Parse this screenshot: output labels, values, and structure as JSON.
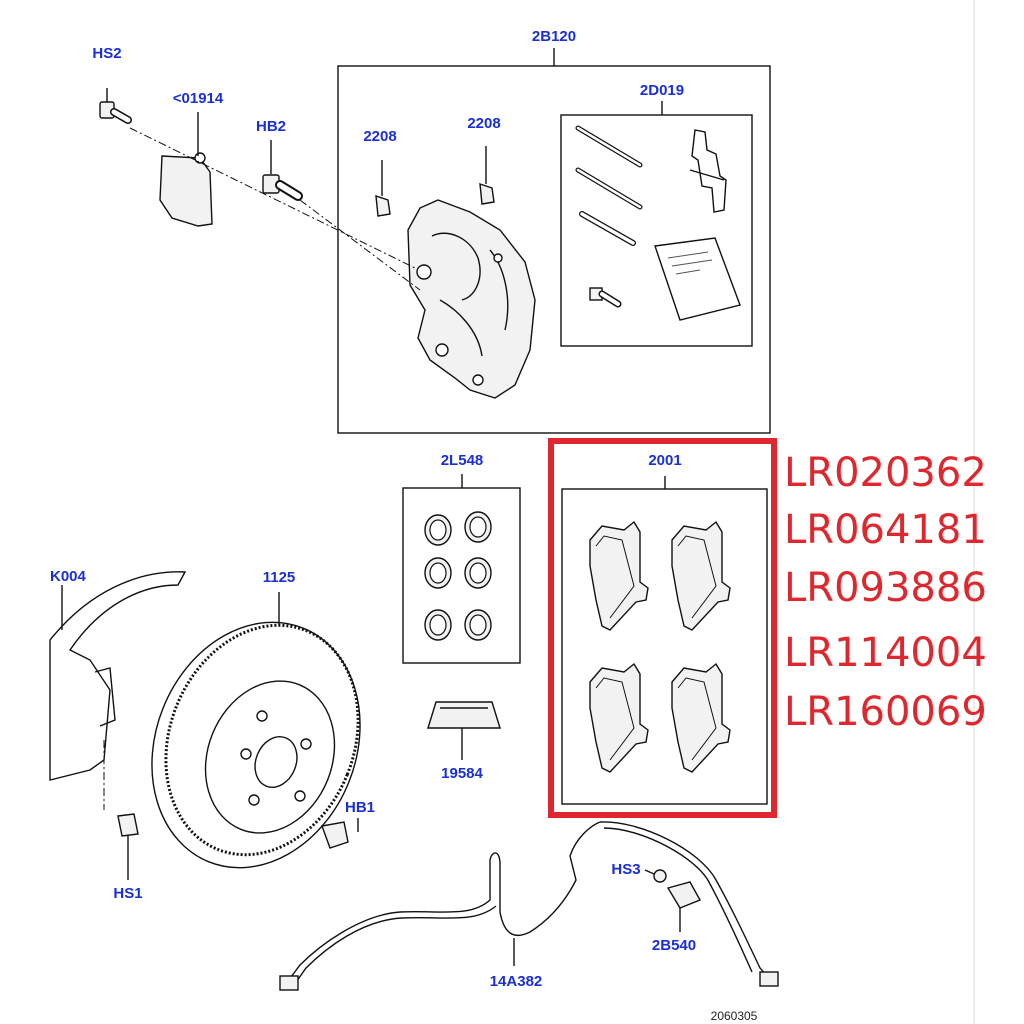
{
  "callouts": {
    "hs2": "HS2",
    "c01914": "<01914",
    "hb2": "HB2",
    "c2208a": "2208",
    "c2208b": "2208",
    "c2b120": "2B120",
    "c2d019": "2D019",
    "c2l548": "2L548",
    "c2001": "2001",
    "c004": "K004",
    "c1125": "1125",
    "c19584": "19584",
    "hb1": "HB1",
    "hs1": "HS1",
    "hs3": "HS3",
    "c2b540": "2B540",
    "c14a382": "14A382"
  },
  "reference_number": "2060305",
  "part_numbers": [
    "LR020362",
    "LR064181",
    "LR093886",
    "LR114004",
    "LR160069"
  ],
  "colors": {
    "callout": "#1a2fd6",
    "highlight": "#e0272e"
  }
}
